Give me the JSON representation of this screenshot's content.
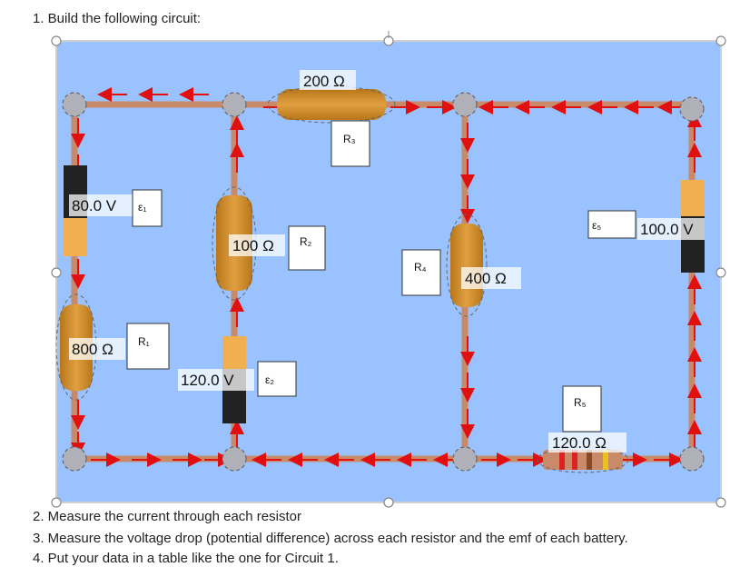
{
  "instructions": {
    "step1": "1. Build the following circuit:",
    "step2": "2. Measure the current through each resistor",
    "step3": "3. Measure the voltage drop (potential difference) across each resistor and the emf of each battery.",
    "step4": "4. Put your data in a table like the one for Circuit 1."
  },
  "circuit": {
    "background_color": "#99c2ff",
    "wire_color": "#c98a6a",
    "resistors": [
      {
        "id": "R1",
        "label": "R₁",
        "value": "800 Ω"
      },
      {
        "id": "R2",
        "label": "R₂",
        "value": "100 Ω"
      },
      {
        "id": "R3",
        "label": "R₃",
        "value": "200 Ω"
      },
      {
        "id": "R4",
        "label": "R₄",
        "value": "400 Ω"
      },
      {
        "id": "R5",
        "label": "R₅",
        "value": "120.0 Ω"
      }
    ],
    "batteries": [
      {
        "id": "E1",
        "label": "ε₁",
        "value": "80.0 V"
      },
      {
        "id": "E2",
        "label": "ε₂",
        "value": "120.0 V"
      },
      {
        "id": "E5",
        "label": "ε₅",
        "value": "100.0 V"
      }
    ]
  }
}
